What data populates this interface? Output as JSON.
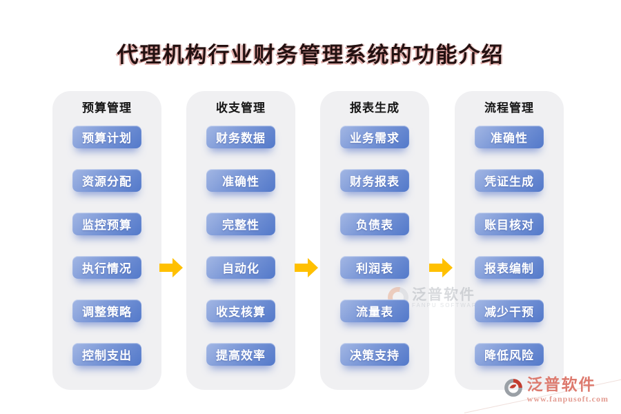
{
  "title": "代理机构行业财务管理系统的功能介绍",
  "columns": [
    {
      "header": "预算管理",
      "items": [
        "预算计划",
        "资源分配",
        "监控预算",
        "执行情况",
        "调整策略",
        "控制支出"
      ]
    },
    {
      "header": "收支管理",
      "items": [
        "财务数据",
        "准确性",
        "完整性",
        "自动化",
        "收支核算",
        "提高效率"
      ]
    },
    {
      "header": "报表生成",
      "items": [
        "业务需求",
        "财务报表",
        "负债表",
        "利润表",
        "流量表",
        "决策支持"
      ]
    },
    {
      "header": "流程管理",
      "items": [
        "准确性",
        "凭证生成",
        "账目核对",
        "报表编制",
        "减少干预",
        "降低风险"
      ]
    }
  ],
  "arrows": {
    "count": 3,
    "direction": "right",
    "color": "#FFC000"
  },
  "watermark": {
    "text": "泛普软件",
    "subtext": "FANPU SOFTWARE"
  },
  "brand": {
    "name": "泛普软件",
    "url": "www.fanpusoft.com"
  },
  "colors": {
    "title_text": "#231111",
    "title_shadow_red": "#B02A22",
    "card_background": "#F0F0F2",
    "button_blue_light": "#A3B7E4",
    "button_blue_dark": "#5379CA",
    "button_text": "#FFFFFF",
    "arrow_gold": "#FFC000",
    "brand_red": "#DD7A6E",
    "logo_gray": "#9AA0A6",
    "logo_red": "#C23B2E"
  }
}
